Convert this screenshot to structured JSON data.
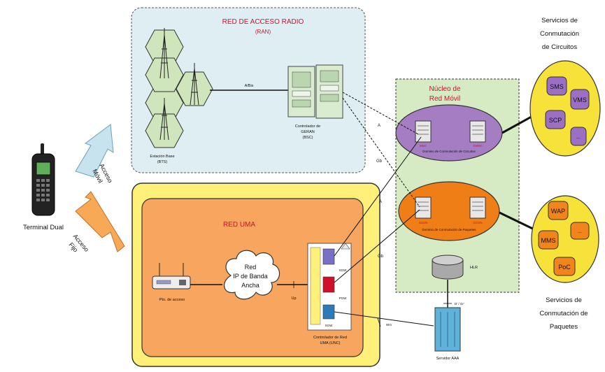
{
  "colors": {
    "ran_fill": "#dfeef2",
    "uma_outer_fill": "#fff07a",
    "uma_inner_fill": "#f7a55f",
    "core_fill": "#d6ebc4",
    "cs_ellipse": "#a47dc2",
    "ps_ellipse": "#f07e17",
    "services_fill": "#f7e23a",
    "cs_node": "#9b6fc4",
    "ps_node": "#f2841c",
    "arrow_fill": "#c6e3ee",
    "arrow_fill_fixed": "#f8a956",
    "label_red": "#d0102b"
  },
  "ran": {
    "title_line1": "RED DE ACCESO RADIO",
    "title_line2": "(RAN)",
    "bts_label_line1": "Estación Base",
    "bts_label_line2": "(BTS)",
    "abis_label": "A/Bis",
    "bsc_label_line1": "Controlador de",
    "bsc_label_line2": "GERAN",
    "bsc_label_line3": "(BSC)"
  },
  "terminal": {
    "label": "Terminal Dual"
  },
  "access_arrows": {
    "mobile_line1": "Acceso",
    "mobile_line2": "Móvil",
    "fixed_line1": "Acceso",
    "fixed_line2": "Fijo"
  },
  "uma": {
    "title": "RED UMA",
    "ap_label": "Pto. de acceso",
    "ip_line1": "Red",
    "ip_line2": "IP de Banda",
    "ip_line3": "Ancha",
    "up_label": "Up",
    "unc_label_line1": "Controlador de Red",
    "unc_label_line2": "UMA (UNC)",
    "unc_card1": "SGW",
    "unc_card2": "PGW",
    "unc_card3": "SGW"
  },
  "core": {
    "title_line1": "Núcleo de",
    "title_line2": "Red Móvil",
    "cs_node1": "MSC",
    "cs_node2": "GMSC",
    "cs_caption": "Dominio de Conmutación de Circuitos",
    "ps_node1": "SGSN",
    "ps_node2": "GGSN",
    "ps_caption": "Dominio de Conmutación de Paquetes",
    "hlr_label": "HLR",
    "iface_a1": "A",
    "iface_gb1": "Gb",
    "iface_a2": "A",
    "iface_gb2": "Gb",
    "iface_d": "D' / Gr'",
    "iface_wm": "Wm"
  },
  "aaa": {
    "label": "Servidor AAA"
  },
  "cs_services": {
    "title_line1": "Servicios de",
    "title_line2": "Conmutación",
    "title_line3": "de Circuitos",
    "items": [
      "SMS",
      "VMS",
      "SCP",
      "..."
    ]
  },
  "ps_services": {
    "title_line1": "Servicios de",
    "title_line2": "Conmutación de",
    "title_line3": "Paquetes",
    "items": [
      "WAP",
      "MMS",
      "...",
      "PoC"
    ]
  }
}
